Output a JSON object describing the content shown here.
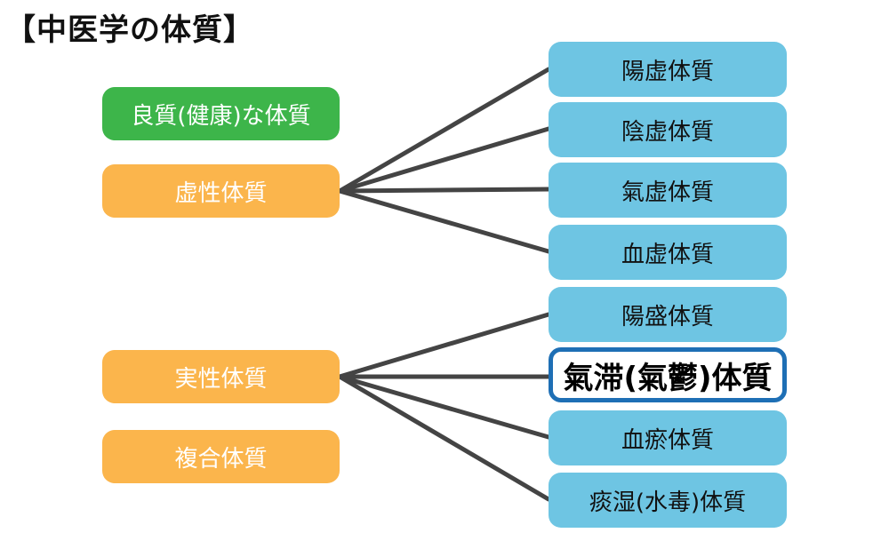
{
  "title": "【中医学の体質】",
  "left_nodes": [
    {
      "label": "良質(健康)な体質",
      "color": "#3db54a"
    },
    {
      "label": "虚性体質",
      "color": "#fbb54c"
    },
    {
      "label": "実性体質",
      "color": "#fbb54c"
    },
    {
      "label": "複合体質",
      "color": "#fbb54c"
    }
  ],
  "right_nodes": [
    {
      "label": "陽虚体質"
    },
    {
      "label": "陰虚体質"
    },
    {
      "label": "氣虚体質"
    },
    {
      "label": "血虚体質"
    },
    {
      "label": "陽盛体質"
    },
    {
      "label": "氣滞(氣鬱)体質",
      "highlighted": true,
      "border_color": "#1e6fb5"
    },
    {
      "label": "血瘀体質"
    },
    {
      "label": "痰湿(水毒)体質"
    }
  ],
  "connections": [
    {
      "from": "虚性体質",
      "to": [
        "陽虚体質",
        "陰虚体質",
        "氣虚体質",
        "血虚体質"
      ]
    },
    {
      "from": "実性体質",
      "to": [
        "陽盛体質",
        "氣滞(氣鬱)体質",
        "血瘀体質",
        "痰湿(水毒)体質"
      ]
    }
  ],
  "colors": {
    "line": "#444444",
    "right_node": "#6ec5e3"
  }
}
